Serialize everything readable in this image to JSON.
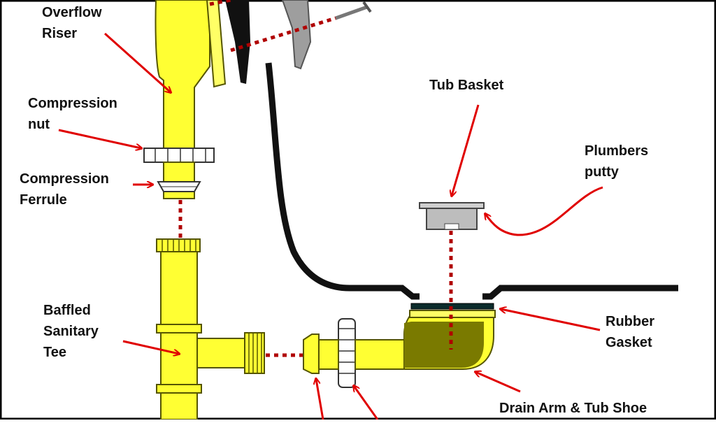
{
  "labels": {
    "overflow_riser": [
      "Overflow",
      "Riser"
    ],
    "compression_nut": [
      "Compression",
      "nut"
    ],
    "compression_ferrule": [
      "Compression",
      "Ferrule"
    ],
    "baffled_sanitary_tee": [
      "Baffled",
      "Sanitary",
      "Tee"
    ],
    "tub_basket": "Tub Basket",
    "plumbers_putty": [
      "Plumbers",
      "putty"
    ],
    "rubber_gasket": [
      "Rubber",
      "Gasket"
    ],
    "drain_arm_tub_shoe": "Drain Arm & Tub Shoe"
  },
  "colors": {
    "pipe_yellow": "#ffff33",
    "pipe_outline": "#555500",
    "arrow_red": "#e00000",
    "dotted_line": "#b00000",
    "tub_black": "#111111",
    "tub_shoe_olive": "#7a7a00",
    "metal_gray": "#b8b8b8",
    "frame_border": "#000000"
  }
}
